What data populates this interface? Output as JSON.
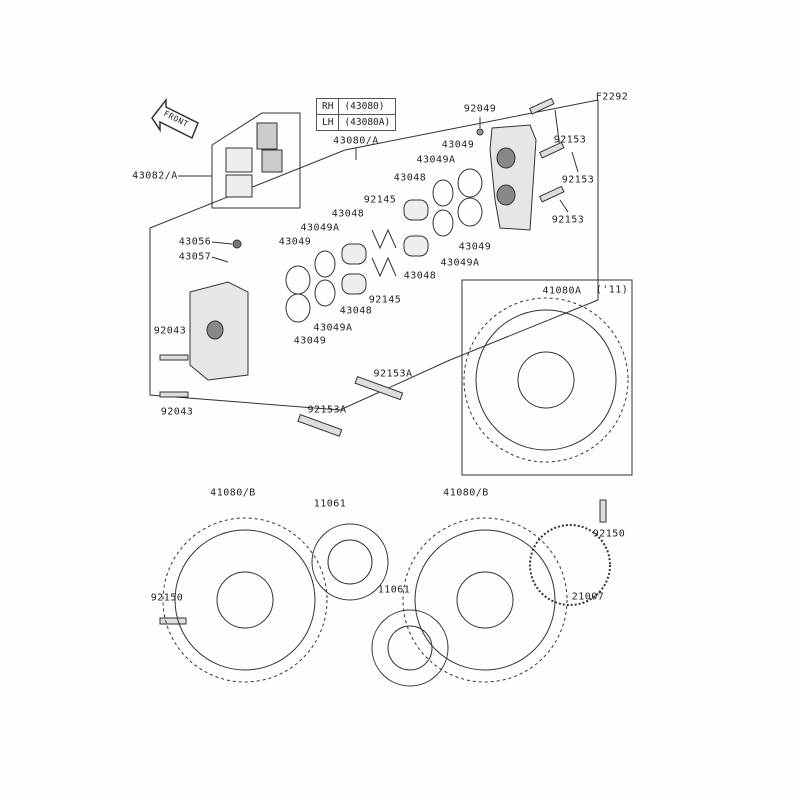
{
  "diagram_code": "F2292",
  "side_table": [
    {
      "side": "RH",
      "part": "(43080)"
    },
    {
      "side": "LH",
      "part": "(43080A)"
    }
  ],
  "front_arrow_label": "FRONT",
  "variant_note": "('11)",
  "callouts": [
    "43080/A",
    "92049",
    "92153",
    "92153",
    "92153",
    "43049",
    "43049A",
    "43048",
    "92145",
    "43048",
    "43049A",
    "43049",
    "43082/A",
    "43056",
    "43057",
    "43049",
    "43049A",
    "43048",
    "92145",
    "43048",
    "43049A",
    "43049",
    "92043",
    "92043",
    "92153A",
    "92153A",
    "41080A",
    "41080/B",
    "11061",
    "41080/B",
    "92150",
    "92150",
    "11061",
    "21007"
  ]
}
